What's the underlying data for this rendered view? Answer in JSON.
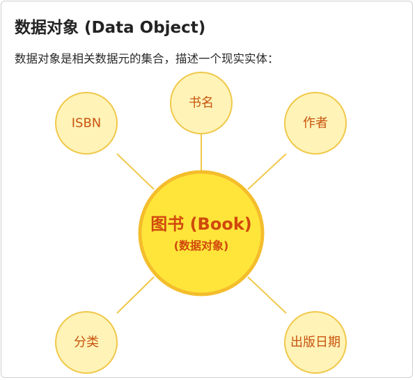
{
  "header": {
    "title": "数据对象 (Data Object)",
    "description": "数据对象是相关数据元的集合，描述一个现实实体："
  },
  "diagram": {
    "center": {
      "label": "图书 (Book)",
      "sublabel": "(数据对象)"
    },
    "nodes": [
      {
        "id": "isbn",
        "label": "ISBN"
      },
      {
        "id": "title",
        "label": "书名"
      },
      {
        "id": "author",
        "label": "作者"
      },
      {
        "id": "category",
        "label": "分类"
      },
      {
        "id": "pubdate",
        "label": "出版日期"
      }
    ],
    "colors": {
      "node_fill": "#fff3b8",
      "node_stroke": "#f0c84a",
      "center_fill": "#ffe53a",
      "center_stroke": "#f4bd2c",
      "connector": "#f0c84a",
      "label": "#c8540e",
      "center_label": "#d0480c"
    }
  }
}
